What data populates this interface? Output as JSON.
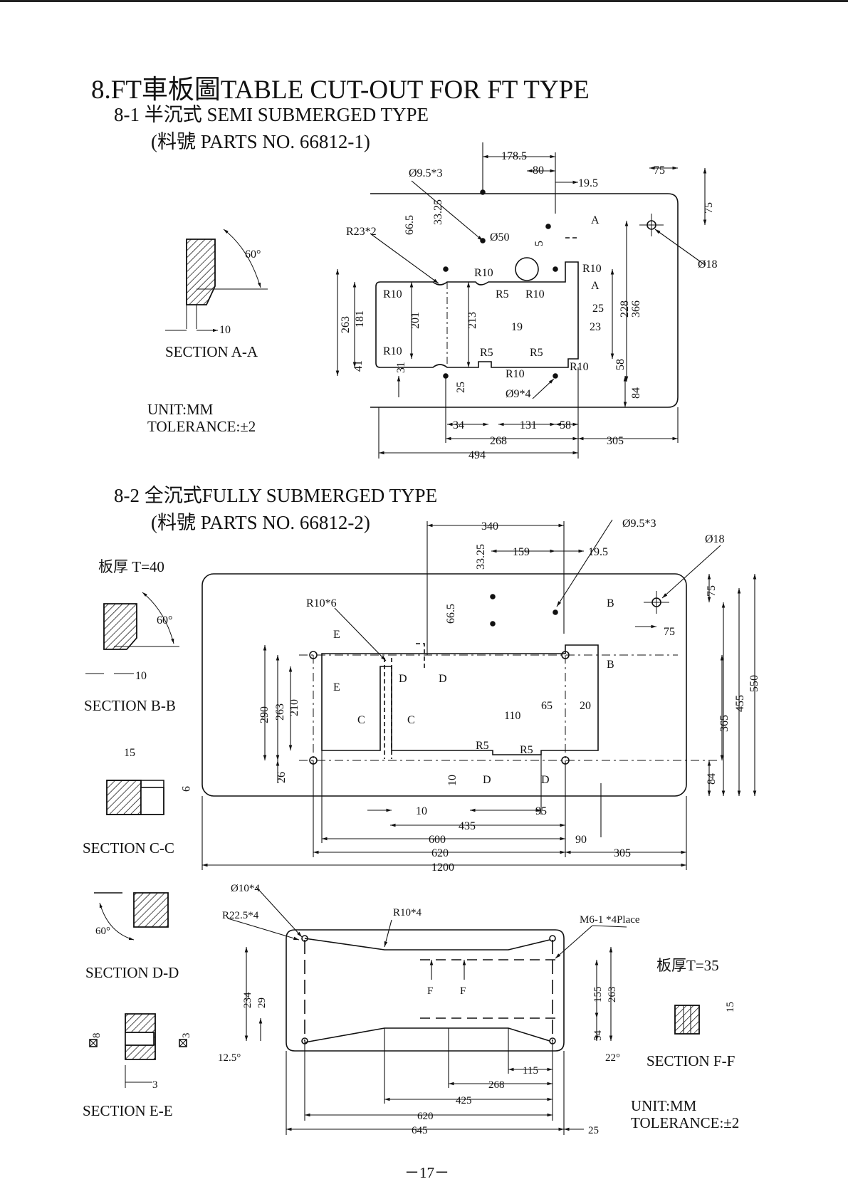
{
  "title": "8.FT車板圖TABLE CUT-OUT FOR FT TYPE",
  "s1": {
    "heading": "8-1  半沉式  SEMI SUBMERGED TYPE",
    "parts": "(料號 PARTS NO. 66812-1)",
    "section": "SECTION A-A",
    "unit": "UNIT:MM",
    "tol": "TOLERANCE:±2",
    "dims": [
      "178.5",
      "80",
      "19.5",
      "75",
      "Ø9.5*3",
      "33.25",
      "66.5",
      "R23*2",
      "Ø50",
      "5",
      "A",
      "75",
      "Ø18",
      "60°",
      "10",
      "R10",
      "R10",
      "R10",
      "R5",
      "R10",
      "A",
      "25",
      "228",
      "366",
      "263",
      "181",
      "201",
      "213",
      "19",
      "23",
      "R10",
      "R5",
      "R5",
      "R10",
      "41",
      "31",
      "R10",
      "58",
      "Ø9*4",
      "25",
      "84",
      "34",
      "131",
      "58",
      "268",
      "305",
      "494"
    ]
  },
  "s2": {
    "heading": "8-2  全沉式FULLY SUBMERGED TYPE",
    "parts": "(料號 PARTS NO. 66812-2)",
    "thick": "板厚 T=40",
    "secB": "SECTION B-B",
    "secC": "SECTION C-C",
    "secD": "SECTION D-D",
    "secE": "SECTION E-E",
    "dims": [
      "340",
      "Ø9.5*3",
      "159",
      "19.5",
      "33.25",
      "Ø18",
      "75",
      "B",
      "66.5",
      "R10*6",
      "75",
      "E",
      "B",
      "D",
      "D",
      "E",
      "C",
      "C",
      "110",
      "65",
      "20",
      "290",
      "263",
      "210",
      "365",
      "455",
      "550",
      "R5",
      "R5",
      "26",
      "10",
      "D",
      "D",
      "84",
      "10",
      "95",
      "435",
      "600",
      "90",
      "620",
      "305",
      "1200",
      "60°",
      "10",
      "15",
      "9"
    ]
  },
  "s3": {
    "thick": "板厚T=35",
    "secF": "SECTION F-F",
    "unit": "UNIT:MM",
    "tol": "TOLERANCE:±2",
    "dims": [
      "Ø10*4",
      "R22.5*4",
      "R10*4",
      "M6-1   *4Place",
      "F",
      "F",
      "234",
      "29",
      "155",
      "263",
      "54",
      "12.5°",
      "22°",
      "115",
      "268",
      "425",
      "620",
      "645",
      "25",
      "15",
      "60°",
      "8",
      "3",
      "3"
    ]
  },
  "page": "－17－"
}
